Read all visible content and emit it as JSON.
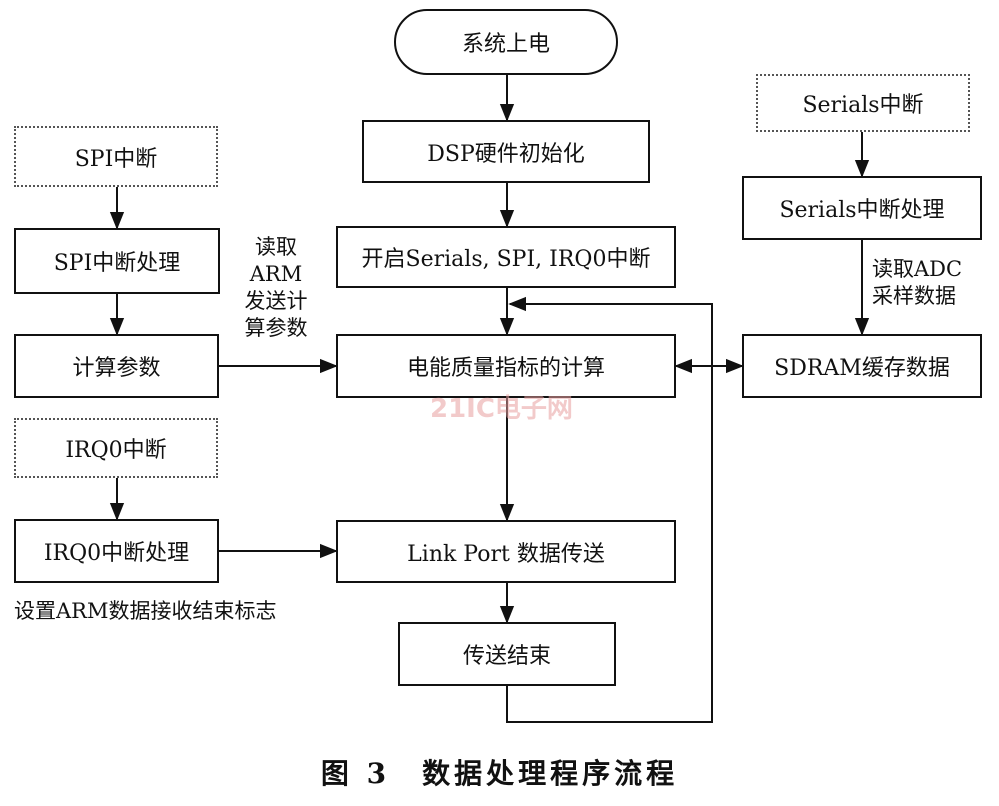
{
  "nodes": {
    "power_on": "系统上电",
    "dsp_init": "DSP硬件初始化",
    "enable_irq": "开启Serials, SPI, IRQ0中断",
    "pq_calc": "电能质量指标的计算",
    "link_port": "Link Port 数据传送",
    "tx_end": "传送结束",
    "spi_int": "SPI中断",
    "spi_handler": "SPI中断处理",
    "calc_params": "计算参数",
    "irq0_int": "IRQ0中断",
    "irq0_handler": "IRQ0中断处理",
    "serials_int": "Serials中断",
    "serials_handler": "Serials中断处理",
    "sdram": "SDRAM缓存数据"
  },
  "labels": {
    "read_arm_1": "读取",
    "read_arm_2": "ARM",
    "read_arm_3": "发送计",
    "read_arm_4": "算参数",
    "read_adc_1": "读取ADC",
    "read_adc_2": "采样数据",
    "irq0_note": "设置ARM数据接收结束标志"
  },
  "caption": "图 3　数据处理程序流程",
  "watermark": "21IC电子网"
}
